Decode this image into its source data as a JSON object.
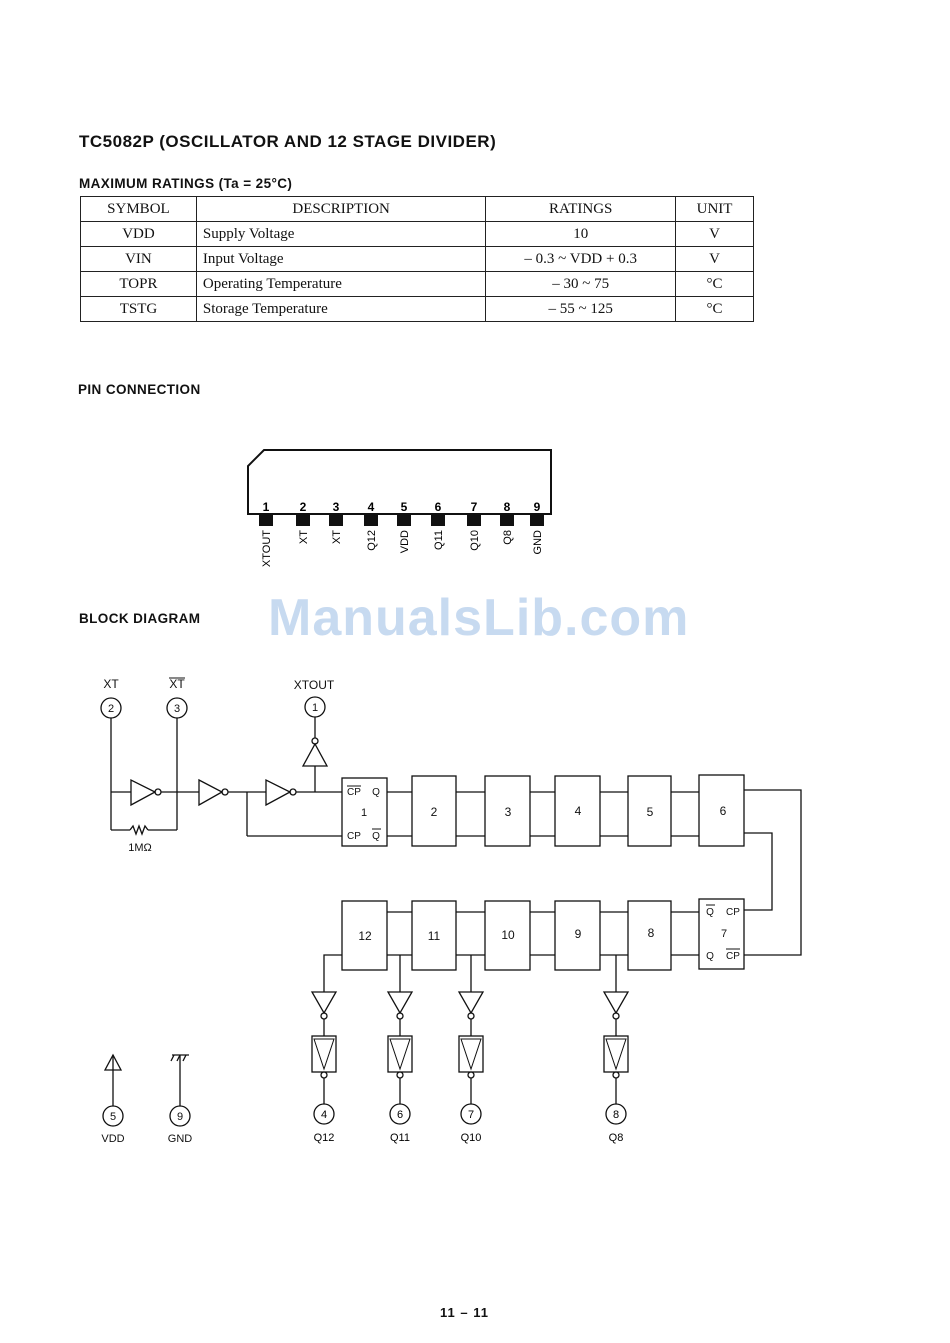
{
  "title": "TC5082P (OSCILLATOR AND 12 STAGE DIVIDER)",
  "max_ratings": {
    "heading": "MAXIMUM RATINGS (Ta = 25°C)",
    "headers": [
      "SYMBOL",
      "DESCRIPTION",
      "RATINGS",
      "UNIT"
    ],
    "rows": [
      {
        "symbol": "VDD",
        "description": "Supply Voltage",
        "rating": "10",
        "unit": "V"
      },
      {
        "symbol": "VIN",
        "description": "Input Voltage",
        "rating": "– 0.3 ~ VDD + 0.3",
        "unit": "V"
      },
      {
        "symbol": "TOPR",
        "description": "Operating Temperature",
        "rating": "– 30 ~ 75",
        "unit": "°C"
      },
      {
        "symbol": "TSTG",
        "description": "Storage Temperature",
        "rating": "– 55 ~ 125",
        "unit": "°C"
      }
    ]
  },
  "pin_connection": {
    "heading": "PIN CONNECTION",
    "pins": [
      {
        "num": "1",
        "name": "XTOUT"
      },
      {
        "num": "2",
        "name": "XT"
      },
      {
        "num": "3",
        "name": "XT"
      },
      {
        "num": "4",
        "name": "Q12"
      },
      {
        "num": "5",
        "name": "VDD"
      },
      {
        "num": "6",
        "name": "Q11"
      },
      {
        "num": "7",
        "name": "Q10"
      },
      {
        "num": "8",
        "name": "Q8"
      },
      {
        "num": "9",
        "name": "GND"
      }
    ]
  },
  "block_diagram": {
    "heading": "BLOCK DIAGRAM",
    "input_labels": {
      "xt": "XT",
      "xt_bar": "XT",
      "xtout": "XTOUT"
    },
    "input_pins": {
      "xt": "2",
      "xt_bar": "3",
      "xtout": "1"
    },
    "resistor": "1MΩ",
    "ff1_labels": {
      "cp": "CP",
      "q": "Q",
      "num": "1",
      "cp2": "CP",
      "qbar": "Q"
    },
    "ff7_labels": {
      "qbar": "Q",
      "cp": "CP",
      "num": "7",
      "q": "Q",
      "cp2": "CP"
    },
    "stages_top": [
      "2",
      "3",
      "4",
      "5",
      "6"
    ],
    "stages_bottom": [
      "12",
      "11",
      "10",
      "9",
      "8"
    ],
    "outputs": [
      {
        "pin": "4",
        "label": "Q12"
      },
      {
        "pin": "6",
        "label": "Q11"
      },
      {
        "pin": "7",
        "label": "Q10"
      },
      {
        "pin": "8",
        "label": "Q8"
      }
    ],
    "power": [
      {
        "pin": "5",
        "label": "VDD"
      },
      {
        "pin": "9",
        "label": "GND"
      }
    ]
  },
  "watermark": "ManualsLib.com",
  "page_number": "11 – 11"
}
